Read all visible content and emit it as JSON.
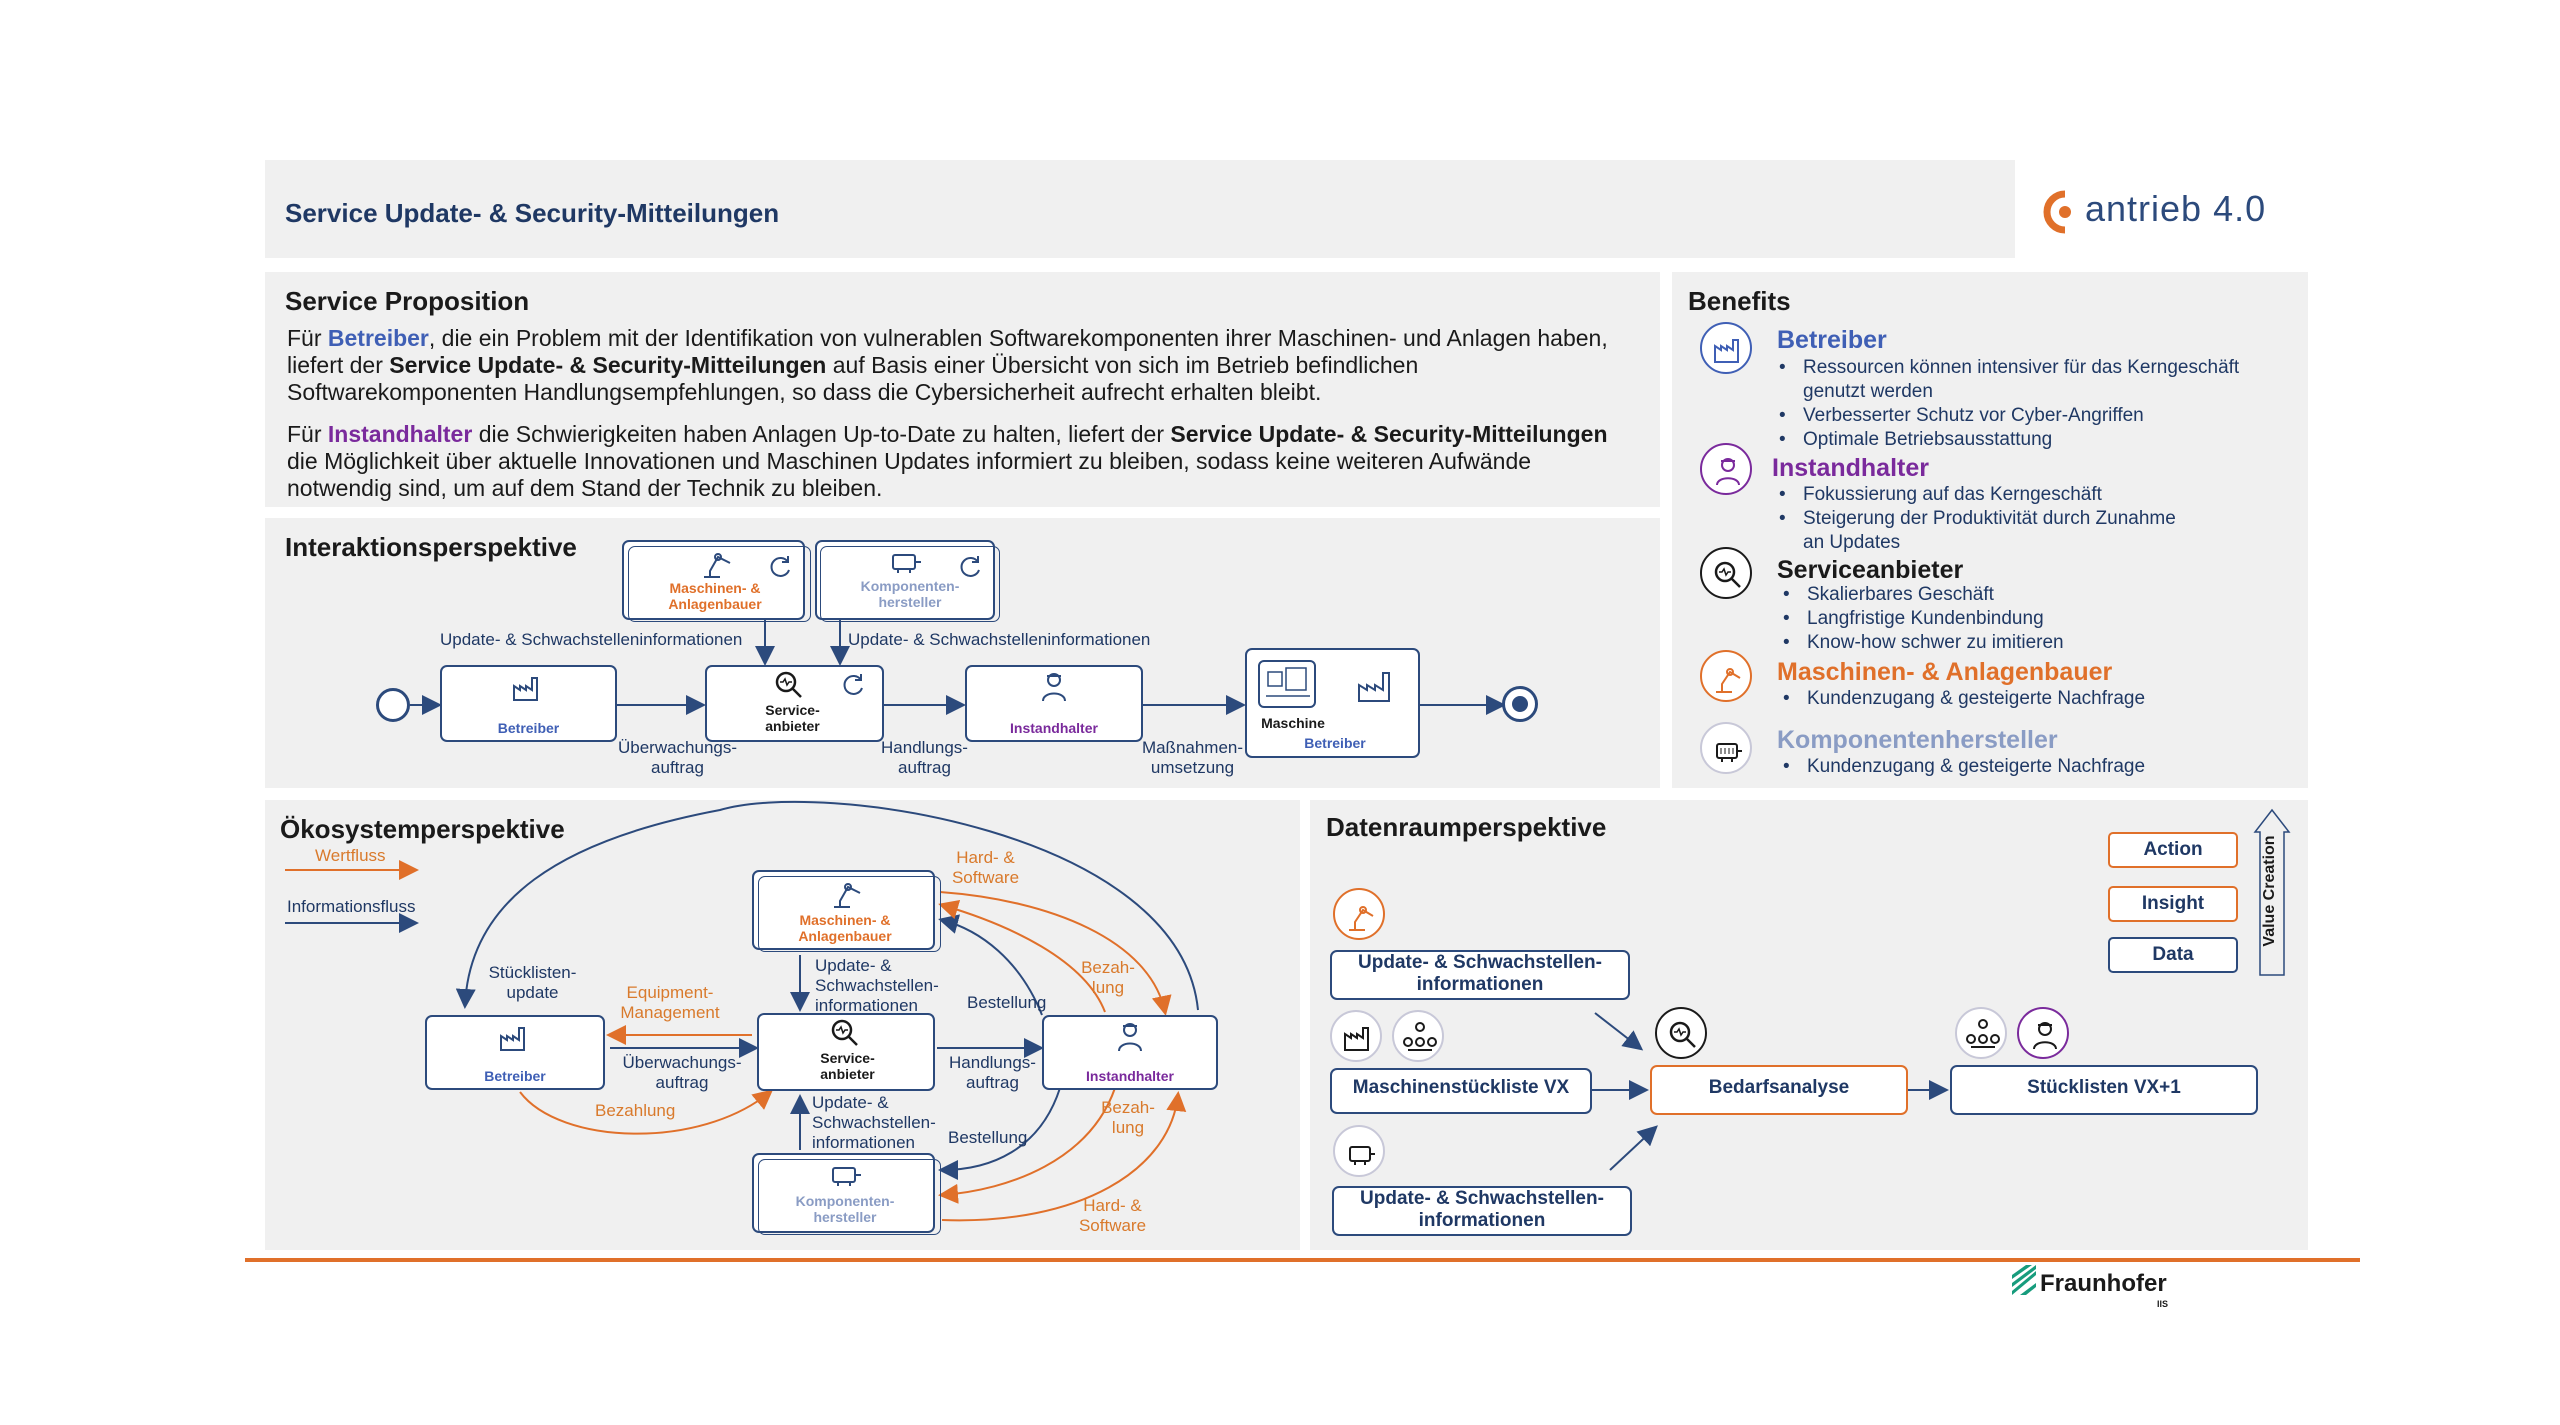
{
  "header": {
    "title": "Service Update- & Security-Mitteilungen",
    "logo_text": "antrieb 4.0"
  },
  "service_proposition": {
    "title": "Service Proposition",
    "p1": {
      "t1": "Für ",
      "betreiber": "Betreiber",
      "t2": ", die ein Problem mit der Identifikation von vulnerablen Softwarekomponenten ihrer Maschinen- und Anlagen  haben,",
      "t3": "liefert der ",
      "service": "Service Update- & Security-Mitteilungen",
      "t4": " auf Basis einer Übersicht von sich im Betrieb befindlichen",
      "t5": "Softwarekomponenten Handlungsempfehlungen, so dass die Cybersicherheit aufrecht erhalten bleibt."
    },
    "p2": {
      "t1": "Für ",
      "instandhalter": "Instandhalter",
      "t2": " die Schwierigkeiten haben Anlagen Up-to-Date zu halten, liefert der ",
      "service": "Service Update- & Security-Mitteilungen",
      "t3": "die Möglichkeit über aktuelle Innovationen und Maschinen Updates informiert zu bleiben, sodass keine weiteren Aufwände",
      "t4": "notwendig sind, um auf dem Stand der Technik zu bleiben."
    }
  },
  "benefits": {
    "title": "Benefits",
    "groups": [
      {
        "name": "Betreiber",
        "color": "#3f5fb5",
        "items": [
          "Ressourcen können intensiver für das Kerngeschäft",
          "genutzt werden",
          "Verbesserter Schutz vor Cyber-Angriffen",
          "Optimale Betriebsausstattung"
        ]
      },
      {
        "name": "Instandhalter",
        "color": "#7a2a9c",
        "items": [
          "Fokussierung auf das Kerngeschäft",
          "Steigerung der Produktivität durch Zunahme",
          "an Updates"
        ]
      },
      {
        "name": "Serviceanbieter",
        "color": "#1a1a1a",
        "items": [
          "Skalierbares Geschäft",
          "Langfristige Kundenbindung",
          "Know-how schwer zu imitieren"
        ]
      },
      {
        "name": "Maschinen- & Anlagenbauer",
        "color": "#e0702a",
        "items": [
          "Kundenzugang & gesteigerte Nachfrage"
        ]
      },
      {
        "name": "Komponentenhersteller",
        "color": "#8a9cc4",
        "items": [
          "Kundenzugang & gesteigerte Nachfrage"
        ]
      }
    ]
  },
  "interaction": {
    "title": "Interaktionsperspektive",
    "maschinen": [
      "Maschinen- &",
      "Anlagenbauer"
    ],
    "komponenten": [
      "Komponenten-",
      "hersteller"
    ],
    "update_left": "Update- & Schwachstelleninformationen",
    "update_right": "Update- & Schwachstelleninformationen",
    "betreiber": "Betreiber",
    "service": [
      "Service-",
      "anbieter"
    ],
    "instandhalter": "Instandhalter",
    "maschine": "Maschine",
    "maschine_sub": "Betreiber",
    "ueberwachung": [
      "Überwachungs-",
      "auftrag"
    ],
    "handlung": [
      "Handlungs-",
      "auftrag"
    ],
    "massnahmen": [
      "Maßnahmen-",
      "umsetzung"
    ]
  },
  "ecosystem": {
    "title": "Ökosystemperspektive",
    "legend_wert": "Wertfluss",
    "legend_info": "Informationsfluss",
    "maschinen": [
      "Maschinen- &",
      "Anlagenbauer"
    ],
    "komponenten": [
      "Komponenten-",
      "hersteller"
    ],
    "betreiber": "Betreiber",
    "service": [
      "Service-",
      "anbieter"
    ],
    "instandhalter": "Instandhalter",
    "hard_top": [
      "Hard- &",
      "Software"
    ],
    "hard_bottom": [
      "Hard- &",
      "Software"
    ],
    "bezahlung_top": [
      "Bezah-",
      "lung"
    ],
    "bezahlung_right": [
      "Bezah-",
      "lung"
    ],
    "stueckliste": [
      "Stücklisten-",
      "update"
    ],
    "equipment": [
      "Equipment-",
      "Management"
    ],
    "update_top": [
      "Update- &",
      "Schwachstellen-",
      "informationen"
    ],
    "update_bottom": [
      "Update- &",
      "Schwachstellen-",
      "informationen"
    ],
    "bestellung_top": "Bestellung",
    "bestellung_bottom": "Bestellung",
    "ueberwachung": [
      "Überwachungs-",
      "auftrag"
    ],
    "handlung": [
      "Handlungs-",
      "auftrag"
    ],
    "bezahlung": "Bezahlung"
  },
  "dataspace": {
    "title": "Datenraumperspektive",
    "action": "Action",
    "insight": "Insight",
    "data": "Data",
    "value_creation": "Value Creation",
    "update_top": [
      "Update- & Schwachstellen-",
      "informationen"
    ],
    "maschinen_stueck": "Maschinenstückliste VX",
    "bedarf": "Bedarfsanalyse",
    "stueck_new": "Stücklisten VX+1",
    "update_bottom": [
      "Update- & Schwachstellen-",
      "informationen"
    ]
  },
  "footer": {
    "logo": "Fraunhofer",
    "logo_sub": "IIS"
  },
  "colors": {
    "navy": "#2c4a7c",
    "orange": "#e0702a",
    "blue": "#3f5fb5",
    "purple": "#7a2a9c",
    "panel": "#f0f0f0"
  }
}
